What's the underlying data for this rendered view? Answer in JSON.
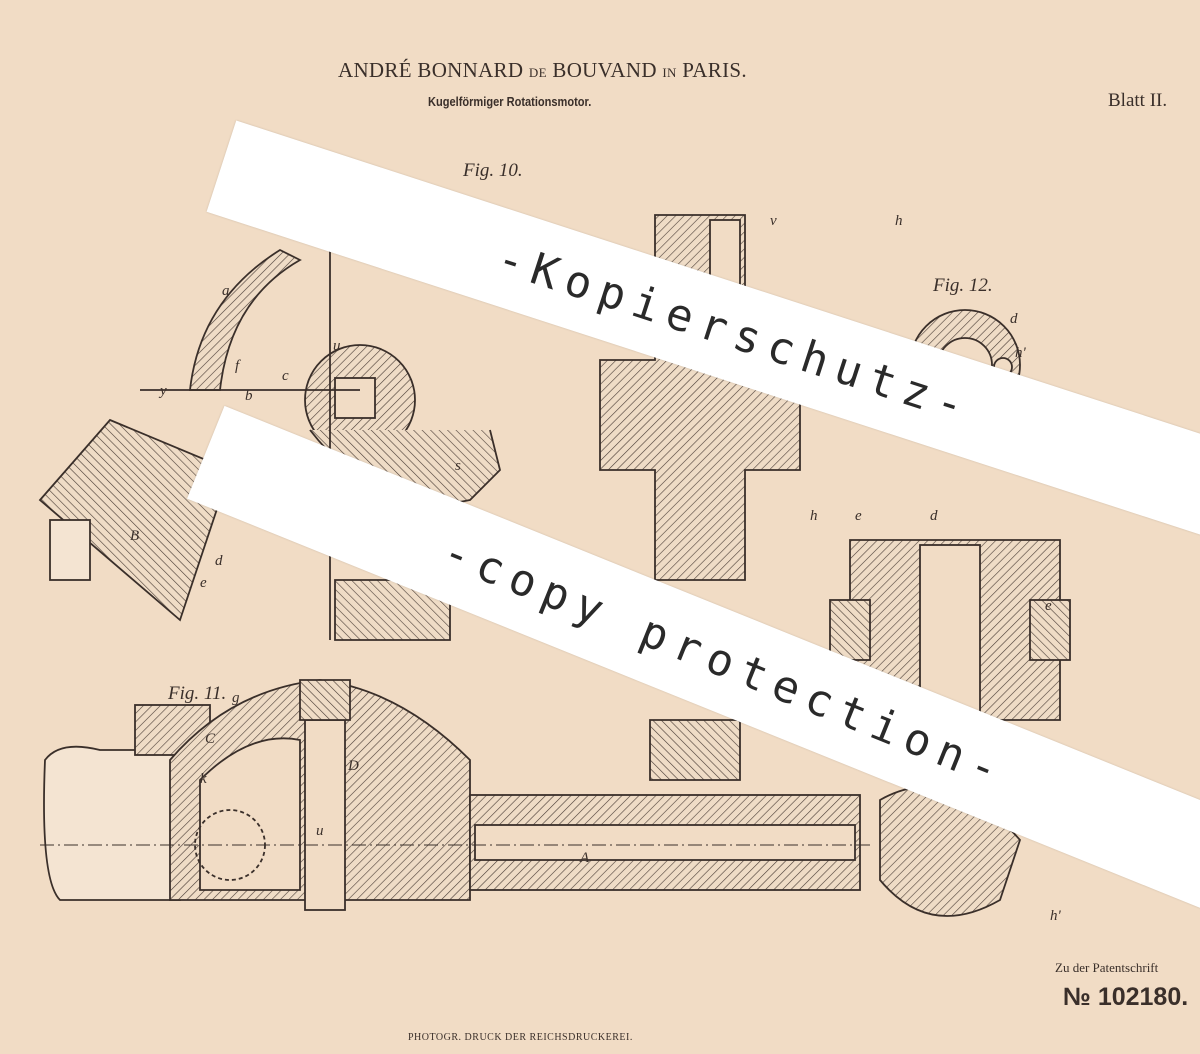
{
  "header": {
    "author_parts": [
      "ANDRÉ BONNARD",
      "DE",
      "BOUVAND",
      "IN",
      "PARIS."
    ],
    "subtitle": "Kugelförmiger Rotationsmotor.",
    "sheet": "Blatt II."
  },
  "figures": {
    "fig10": "Fig. 10.",
    "fig11": "Fig. 11.",
    "fig12": "Fig. 12."
  },
  "labels": [
    "a",
    "f",
    "c",
    "u",
    "b",
    "B",
    "A",
    "d",
    "e",
    "v",
    "h",
    "h'",
    "k",
    "g",
    "C",
    "D",
    "s",
    "y"
  ],
  "footer": {
    "reference": "Zu der Patentschrift",
    "patent_number": "№ 102180.",
    "printer": "PHOTOGR. DRUCK DER REICHSDRUCKEREI."
  },
  "watermarks": {
    "de": "-Kopierschutz-",
    "en": "-copy protection-"
  }
}
